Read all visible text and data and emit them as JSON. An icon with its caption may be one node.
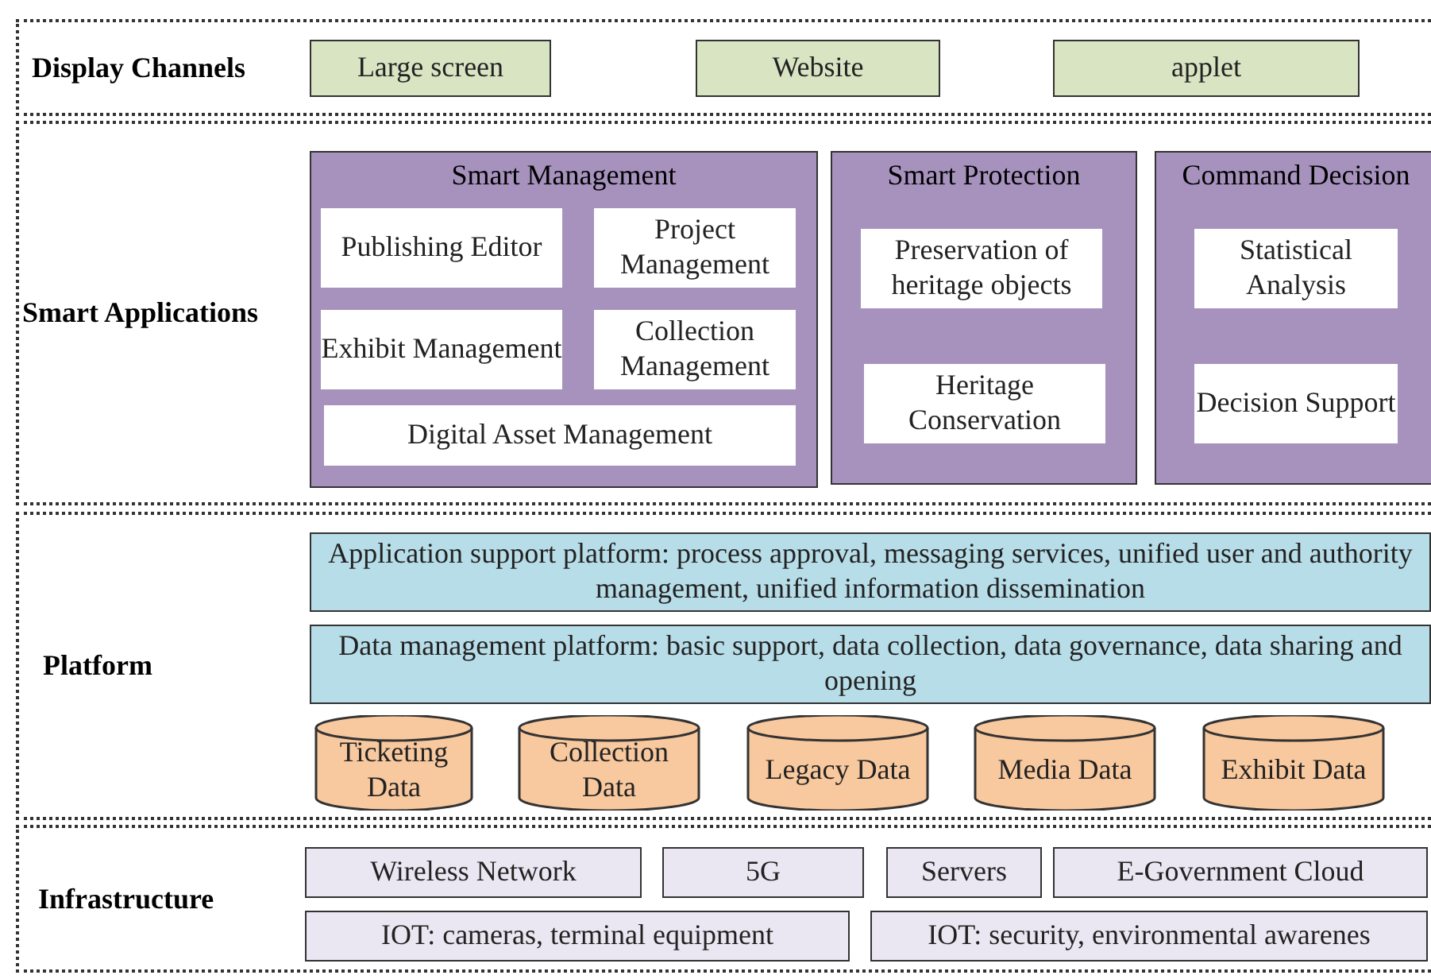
{
  "diagram": {
    "nodes": [
      {
        "text": [
          "Display Channels"
        ]
      },
      {
        "text": [
          "Large screen"
        ],
        "in": 0
      },
      {
        "text": [
          "Website"
        ],
        "in": 0
      },
      {
        "text": [
          "applet"
        ],
        "in": 0
      },
      {
        "text": [
          "Smart Applications"
        ]
      },
      {
        "text": [
          "Smart Management"
        ],
        "in": 4
      },
      {
        "text": [
          "Publishing Editor"
        ],
        "in": 5
      },
      {
        "text": [
          "Project Management"
        ],
        "in": 5
      },
      {
        "text": [
          "Exhibit Management"
        ],
        "in": 5
      },
      {
        "text": [
          "Collection Management"
        ],
        "in": 5
      },
      {
        "text": [
          "Digital Asset Management"
        ],
        "in": 5
      },
      {
        "text": [
          "Smart Protection"
        ],
        "in": 4
      },
      {
        "text": [
          "Preservation of heritage objects"
        ],
        "in": 11
      },
      {
        "text": [
          "Heritage Conservation"
        ],
        "in": 11
      },
      {
        "text": [
          "Command Decision"
        ],
        "in": 4
      },
      {
        "text": [
          "Statistical Analysis"
        ],
        "in": 14
      },
      {
        "text": [
          "Decision Support"
        ],
        "in": 14
      },
      {
        "text": [
          "Platform"
        ]
      },
      {
        "text": [
          "Application support platform: process approval, messaging services, unified user and authority management, unified information dissemination"
        ],
        "in": 17
      },
      {
        "text": [
          "Data management platform: basic support, data collection, data governance, data sharing and opening"
        ],
        "in": 17
      },
      {
        "text": [
          "Ticketing Data"
        ],
        "in": 17
      },
      {
        "text": [
          "Collection Data"
        ],
        "in": 17
      },
      {
        "text": [
          "Legacy Data"
        ],
        "in": 17
      },
      {
        "text": [
          "Media Data"
        ],
        "in": 17
      },
      {
        "text": [
          "Exhibit Data"
        ],
        "in": 17
      },
      {
        "text": [
          "Infrastructure"
        ]
      },
      {
        "text": [
          "Wireless Network"
        ],
        "in": 25
      },
      {
        "text": [
          "5G"
        ],
        "in": 25
      },
      {
        "text": [
          "Servers"
        ],
        "in": 25
      },
      {
        "text": [
          "E-Government Cloud"
        ],
        "in": 25
      },
      {
        "text": [
          "IOT: cameras, terminal equipment"
        ],
        "in": 25
      },
      {
        "text": [
          "IOT: security, environmental awarenes"
        ],
        "in": 25
      }
    ]
  }
}
